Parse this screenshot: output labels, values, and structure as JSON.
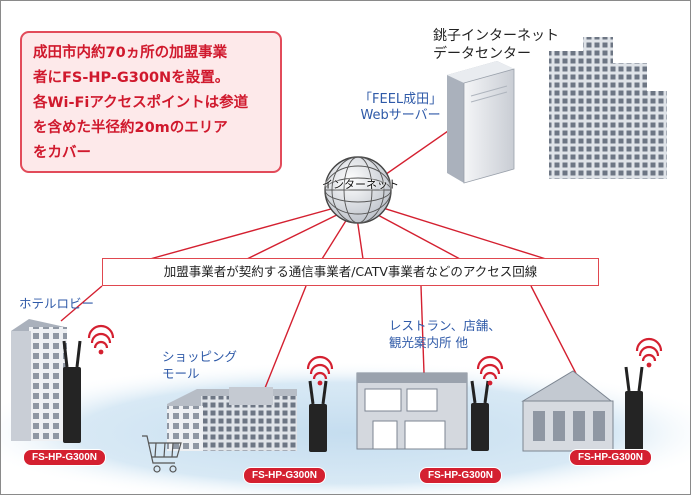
{
  "callout": {
    "lines": [
      "成田市内約70ヵ所の加盟事業",
      "者にFS-HP-G300Nを設置。",
      "各Wi-Fiアクセスポイントは参道",
      "を含めた半径約20mのエリア",
      "をカバー"
    ]
  },
  "datacenter": {
    "label_line1": "銚子インターネット",
    "label_line2": "データセンター"
  },
  "webserver": {
    "label_line1": "「FEEL成田」",
    "label_line2": "Webサーバー"
  },
  "internet": {
    "label": "インターネット"
  },
  "access_line": {
    "label": "加盟事業者が契約する通信事業者/CATV事業者などのアクセス回線"
  },
  "locations": {
    "hotel": "ホテルロビー",
    "mall_line1": "ショッピング",
    "mall_line2": "モール",
    "shops_line1": "レストラン、店舗、",
    "shops_line2": "観光案内所 他"
  },
  "device_labels": [
    "FS-HP-G300N",
    "FS-HP-G300N",
    "FS-HP-G300N",
    "FS-HP-G300N"
  ],
  "colors": {
    "accent_red": "#d42030",
    "label_blue": "#2f5aa8",
    "callout_bg": "#fde9ea",
    "ground_blue": "#d3e6f4"
  }
}
